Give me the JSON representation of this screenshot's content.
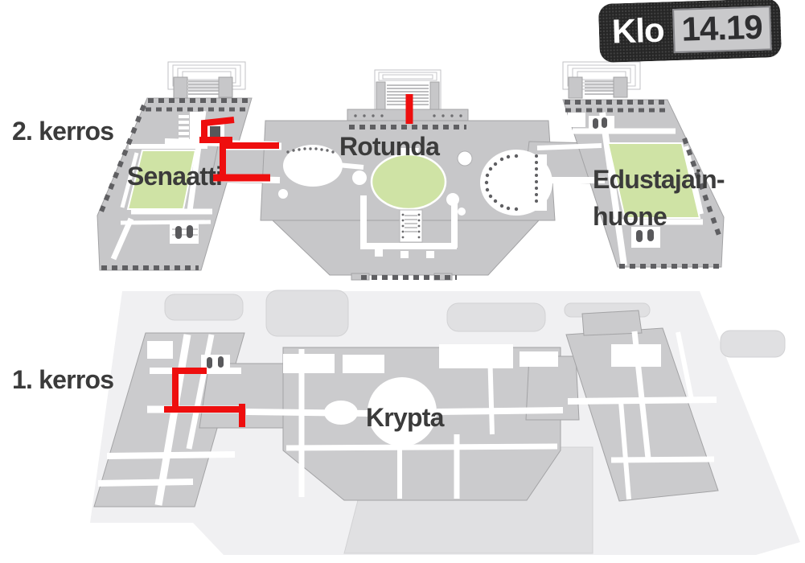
{
  "clock": {
    "label": "Klo",
    "time": "14.19"
  },
  "floors": {
    "second": {
      "label": "2. kerros",
      "senate": "Senaatti",
      "rotunda": "Rotunda",
      "house_line1": "Edustajain-",
      "house_line2": "huone"
    },
    "first": {
      "label": "1. kerros",
      "crypt": "Krypta"
    }
  },
  "colors": {
    "route_red": "#ee0e0e",
    "chamber_green": "#cfe3a5",
    "floor_gray": "#c7c7c9",
    "floor_gray_light": "#cbcbcd",
    "terrace": "#f0f0f2",
    "wall_dash": "#5f5f62",
    "badge_background": "#262626",
    "time_box": "#c9c9cb",
    "label_text": "#3b3b3b"
  }
}
